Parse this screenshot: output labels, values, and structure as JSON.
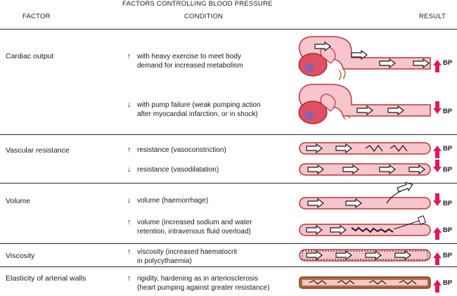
{
  "title": "FACTORS CONTROLLING BLOOD PRESSURE",
  "headers": {
    "factor": "FACTOR",
    "condition": "CONDITION",
    "result": "RESULT"
  },
  "arrows": {
    "up": "↑",
    "down": "↓"
  },
  "bp_label": "BP",
  "colors": {
    "vessel": "#f6c6cc",
    "vessel_border": "#c0303a",
    "result_arrow": "#e0185a",
    "heart": "#e05060",
    "plaque": "#a0602a"
  },
  "rows": [
    {
      "factor": "Cardiac output",
      "conditions": [
        {
          "direction": "up",
          "lines": [
            "with heavy exercise to meet body",
            "demand for increased metabolism"
          ],
          "result": "up"
        },
        {
          "direction": "down",
          "lines": [
            "with pump failure (weak pumping action",
            "after myocardial infarction, or in shock)"
          ],
          "result": "down"
        }
      ]
    },
    {
      "factor": "Vascular resistance",
      "conditions": [
        {
          "direction": "up",
          "lines": [
            "resistance (vasoconstriction)"
          ],
          "result": "up"
        },
        {
          "direction": "down",
          "lines": [
            "resistance (vasodilatation)"
          ],
          "result": "down"
        }
      ]
    },
    {
      "factor": "Volume",
      "conditions": [
        {
          "direction": "down",
          "lines": [
            "volume (haemorrhage)"
          ],
          "result": "down"
        },
        {
          "direction": "up",
          "lines": [
            "volume (increased sodium and water",
            "retention, intravenous fluid overload)"
          ],
          "result": "up"
        }
      ]
    },
    {
      "factor": "Viscosity",
      "conditions": [
        {
          "direction": "up",
          "lines": [
            "viscosity (increased haematocrit",
            "in polycythaemia)"
          ],
          "result": "up"
        }
      ]
    },
    {
      "factor": "Elasticity of arterial walls",
      "conditions": [
        {
          "direction": "up",
          "lines": [
            "rigidity, hardening as in arteriosclerosis",
            "(heart pumping against greater resistance)"
          ],
          "result": "up"
        }
      ]
    }
  ]
}
